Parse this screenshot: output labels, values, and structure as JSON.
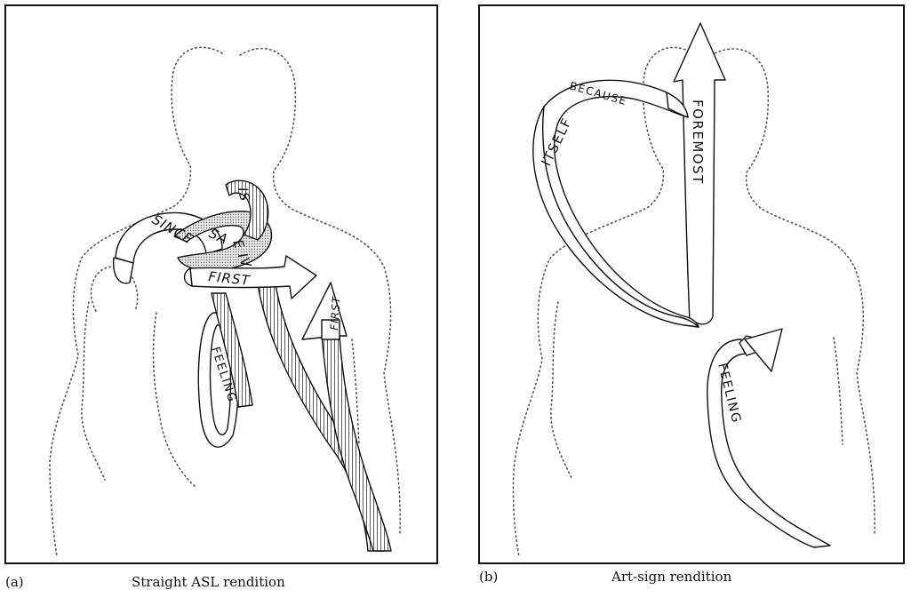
{
  "panels": [
    {
      "letter": "(a)",
      "caption": "Straight ASL rendition",
      "ribbon_labels": {
        "since": "SINCE",
        "is": "IS",
        "same": "SA",
        "leve": "E IV",
        "first_main": "FIRST",
        "first_arrow": "FIRST",
        "feeling": "FEELING"
      }
    },
    {
      "letter": "(b)",
      "caption": "Art-sign rendition",
      "ribbon_labels": {
        "because": "BECAUSE",
        "foremost": "FOREMOST",
        "itself": "ITSELF",
        "feeling": "FEELING"
      }
    }
  ]
}
